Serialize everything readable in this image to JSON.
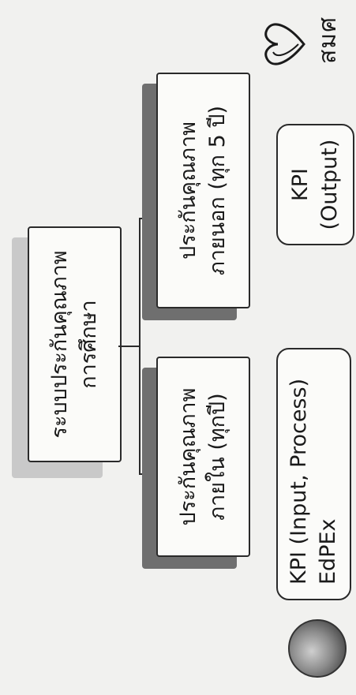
{
  "root": {
    "line1": "ระบบประกันคุณภาพ",
    "line2": "การศึกษา"
  },
  "internal": {
    "line1": "ประกันคุณภาพ",
    "line2": "ภายใน (ทุกปี)"
  },
  "external": {
    "line1": "ประกันคุณภาพ",
    "line2": "ภายนอก (ทุก 5 ปี)"
  },
  "internal_kpi": {
    "line1": "KPI (Input, Process)",
    "line2": "EdPEx"
  },
  "external_kpi": {
    "line1": "KPI",
    "line2": "(Output)"
  },
  "logo": {
    "text": "สมศ"
  },
  "colors": {
    "shadow": "#6f6f6f",
    "shadow_light": "#c9c9c9",
    "border": "#2a2a2a"
  }
}
